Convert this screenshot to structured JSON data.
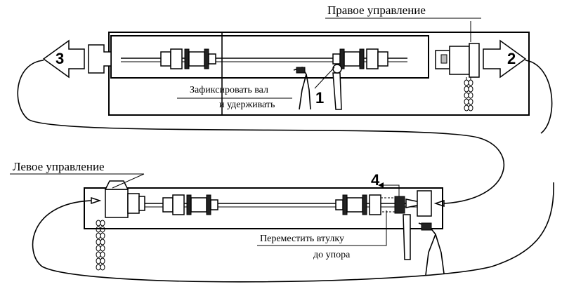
{
  "labels": {
    "right_control": "Правое управление",
    "left_control": "Левое управление",
    "fix_shaft_line1": "Зафиксировать вал",
    "fix_shaft_line2": "и удерживать",
    "move_sleeve_line1": "Переместить втулку",
    "move_sleeve_line2": "до упора"
  },
  "step_numbers": {
    "step1": "1",
    "step2": "2",
    "step3": "3",
    "step4": "4"
  }
}
